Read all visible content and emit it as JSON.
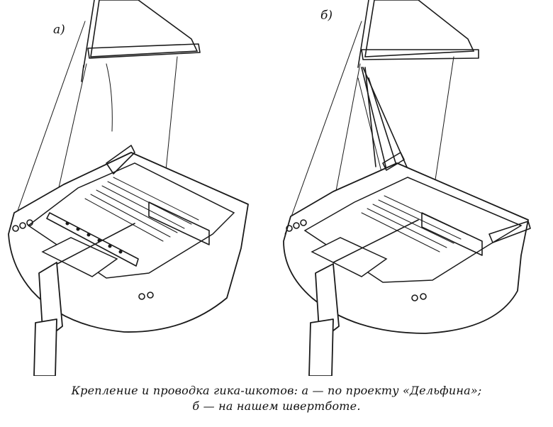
{
  "figure": {
    "panel_a_label": "а)",
    "panel_b_label": "б)"
  },
  "caption": {
    "line1": "Крепление и проводка гика-шкотов: а — по проекту «Дельфина»;",
    "line2": "б — на нашем швертботе."
  }
}
